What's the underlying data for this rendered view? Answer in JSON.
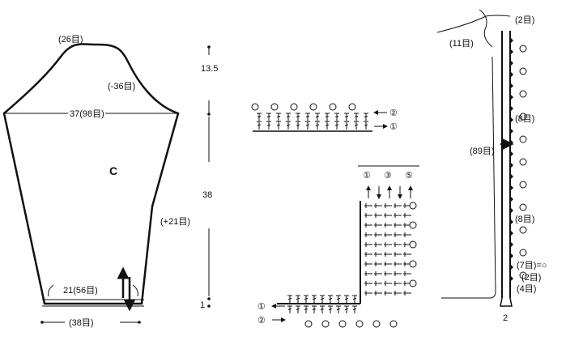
{
  "sleeve": {
    "letter": "C",
    "top_stitches": "(26目)",
    "cap_decrease": "(-36目)",
    "width": "37(98目)",
    "side_increase": "(+21目)",
    "hem_width": "21(56目)",
    "cuff": "(38目)"
  },
  "heights": {
    "cap": "13.5",
    "body": "38",
    "cuff": "1"
  },
  "chart_top": {
    "row2": "②",
    "row1": "①"
  },
  "chart_corner": {
    "col1": "①",
    "col3": "③",
    "col5": "⑤",
    "row1": "①",
    "row2": "②"
  },
  "band": {
    "top_stitches": "(2目)",
    "upper_pick": "(11目)",
    "picot_spacing_1": "(8目)",
    "length": "(89目)",
    "picot_spacing_2": "(8目)",
    "legend_7": "(7目)=○",
    "legend_2": "(2目)",
    "bottom_stitches": "(4目)",
    "bottom_num": "2"
  },
  "colors": {
    "ink": "#111111",
    "paper": "#ffffff"
  }
}
